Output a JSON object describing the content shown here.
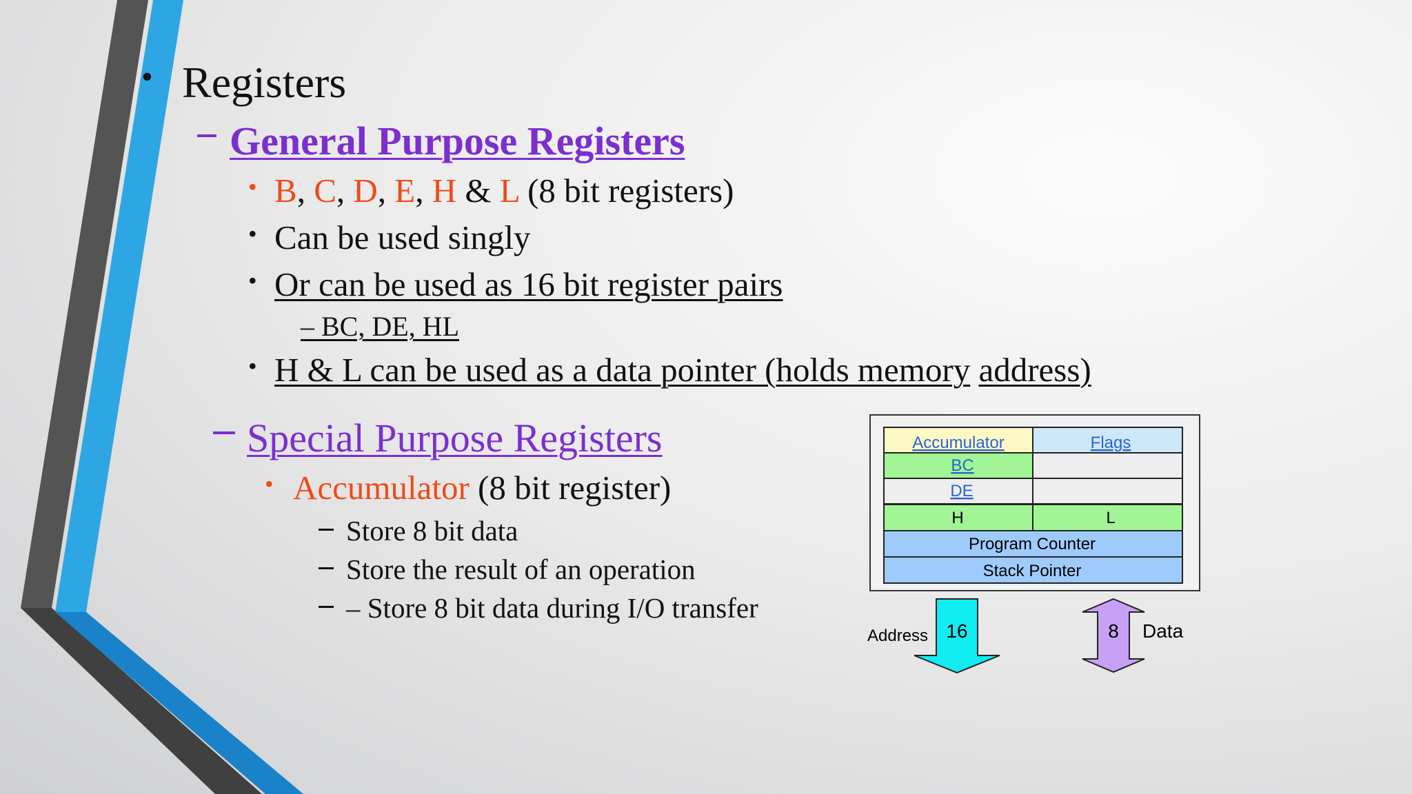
{
  "slide": {
    "bullet_main": "Registers",
    "gpr": {
      "heading": "General Purpose Registers",
      "names": [
        "B",
        "C",
        "D",
        "E",
        "H",
        "L"
      ],
      "sep1": ",",
      "sep2": ",",
      "sep3": ",",
      "sep4": ",",
      "amp": "&",
      "names_suffix": "(8 bit registers)",
      "singly": "Can be used singly",
      "pairs": "Or can be used as 16 bit register pairs",
      "pairs_list": "– BC, DE, HL",
      "pointer": "H & L can be used as a data pointer (holds memory",
      "pointer_end": "address)"
    },
    "spr": {
      "heading": "Special Purpose Registers",
      "acc": "Accumulator",
      "acc_suffix": "(8 bit register)",
      "items": [
        "Store 8 bit data",
        "Store the result of an operation",
        "– Store 8 bit data during I/O transfer"
      ]
    },
    "diagram": {
      "accumulator": "Accumulator",
      "flags": "Flags",
      "bc": "BC",
      "de": "DE",
      "h": "H",
      "l": "L",
      "program_counter": "Program Counter",
      "stack_pointer": "Stack Pointer",
      "address_label": "Address",
      "address_bits": "16",
      "data_label": "Data",
      "data_bits": "8",
      "colors": {
        "yellow": "#fcf9c4",
        "light_blue_cell": "#cde8fb",
        "green": "#a2f594",
        "blue": "#9fcbfc",
        "cyan_arrow": "#12edf1",
        "purple_arrow": "#c8a1f6"
      }
    }
  }
}
